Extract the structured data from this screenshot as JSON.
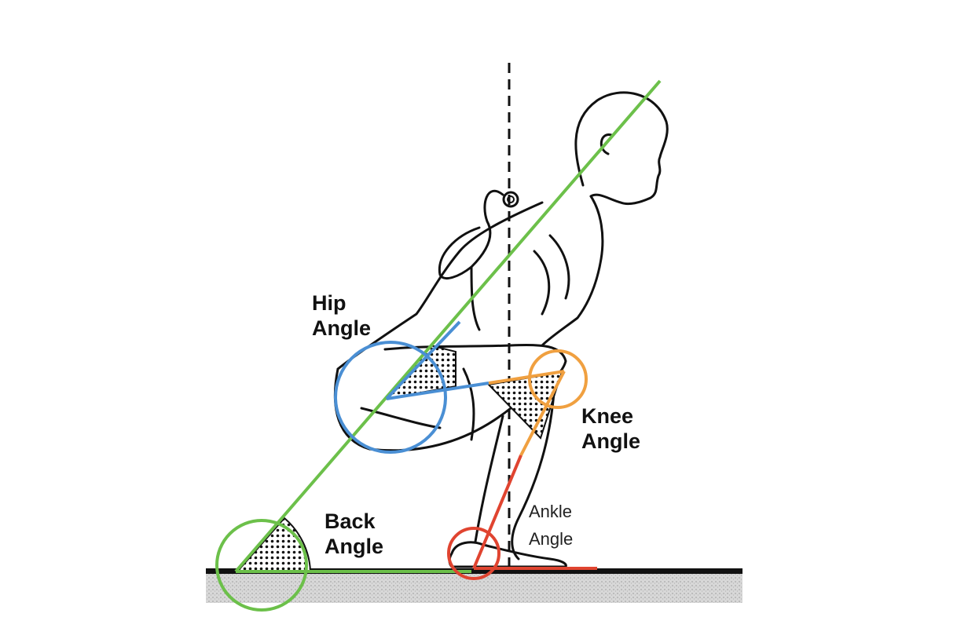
{
  "labels": {
    "hip": [
      "Hip",
      "Angle"
    ],
    "knee": [
      "Knee",
      "Angle"
    ],
    "back": [
      "Back",
      "Angle"
    ],
    "ankle": [
      "Ankle",
      "Angle"
    ]
  },
  "colors": {
    "back": "#6cc04a",
    "hip": "#4a8fd4",
    "knee": "#f0a040",
    "ankle": "#e04430",
    "outline": "#111111",
    "ground": "#cfcfcf"
  }
}
